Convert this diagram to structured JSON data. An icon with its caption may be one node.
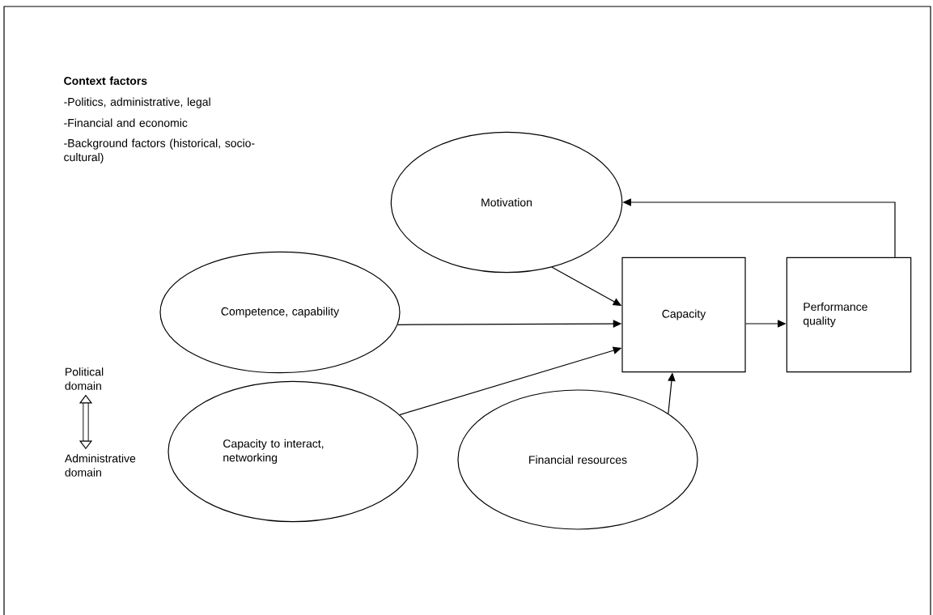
{
  "diagram": {
    "nodes": [
      {
        "text": [
          "Motivation"
        ]
      },
      {
        "text": [
          "Competence, capability"
        ]
      },
      {
        "text": [
          "Capacity"
        ]
      },
      {
        "text": [
          "Performance quality"
        ]
      },
      {
        "text": [
          "Capacity to interact, networking"
        ]
      },
      {
        "text": [
          "Financial resources"
        ]
      },
      {
        "text": [
          "Political domain"
        ]
      },
      {
        "text": [
          "Administrative domain"
        ]
      }
    ],
    "edges": [
      {
        "from": 0,
        "to": 2,
        "arrow": "to"
      },
      {
        "from": 1,
        "to": 2,
        "arrow": "to"
      },
      {
        "from": 4,
        "to": 2,
        "arrow": "to"
      },
      {
        "from": 5,
        "to": 2,
        "arrow": "to"
      },
      {
        "from": 2,
        "to": 3,
        "arrow": "to"
      },
      {
        "from": 3,
        "to": 0,
        "arrow": "to"
      },
      {
        "from": 6,
        "to": 7,
        "arrow": "both",
        "style": "thick"
      }
    ],
    "labels": [
      "**Context factors**",
      "-Politics, administrative, legal",
      "-Financial and economic",
      "-Background factors (historical, socio-cultural)"
    ]
  }
}
